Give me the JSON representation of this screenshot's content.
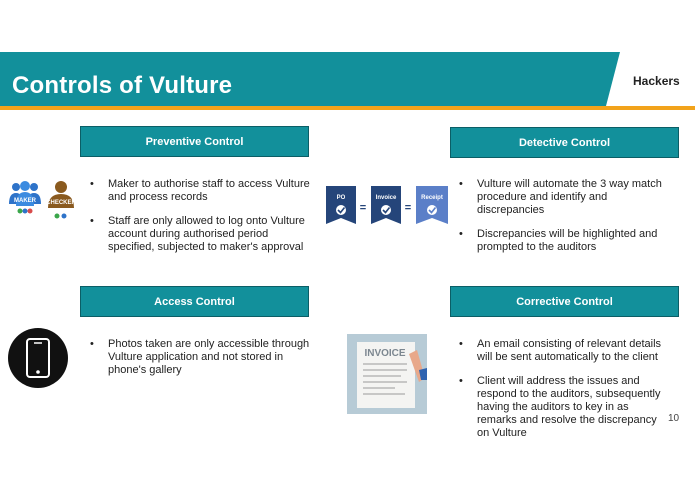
{
  "header": {
    "title": "Controls of Vulture",
    "brand": "Hackers"
  },
  "sections": {
    "preventive": {
      "title": "Preventive Control",
      "bullets": [
        "Maker to authorise staff to access Vulture and process records",
        "Staff are only allowed to log onto Vulture account during authorised period specified, subjected to maker's approval"
      ],
      "icon_labels": [
        "MAKER",
        "CHECKER"
      ]
    },
    "detective": {
      "title": "Detective Control",
      "bullets": [
        "Vulture will automate the 3 way match procedure and identify and discrepancies",
        "Discrepancies will be highlighted and prompted to the auditors"
      ],
      "icon_labels": [
        "PO",
        "=",
        "Invoice",
        "=",
        "Receipt"
      ]
    },
    "access": {
      "title": "Access Control",
      "bullets": [
        "Photos taken are only accessible through Vulture application and not stored in phone's gallery"
      ]
    },
    "corrective": {
      "title": "Corrective Control",
      "bullets": [
        "An email consisting of relevant details will be sent automatically to the client",
        "Client will address the issues and respond to the auditors, subsequently having the auditors to key in as remarks and resolve the discrepancy on Vulture"
      ],
      "icon_label": "INVOICE"
    }
  },
  "page_number": "10",
  "colors": {
    "teal": "#12909b",
    "orange": "#f2a31b",
    "navy": "#25457a",
    "blue": "#5b7fc8"
  }
}
